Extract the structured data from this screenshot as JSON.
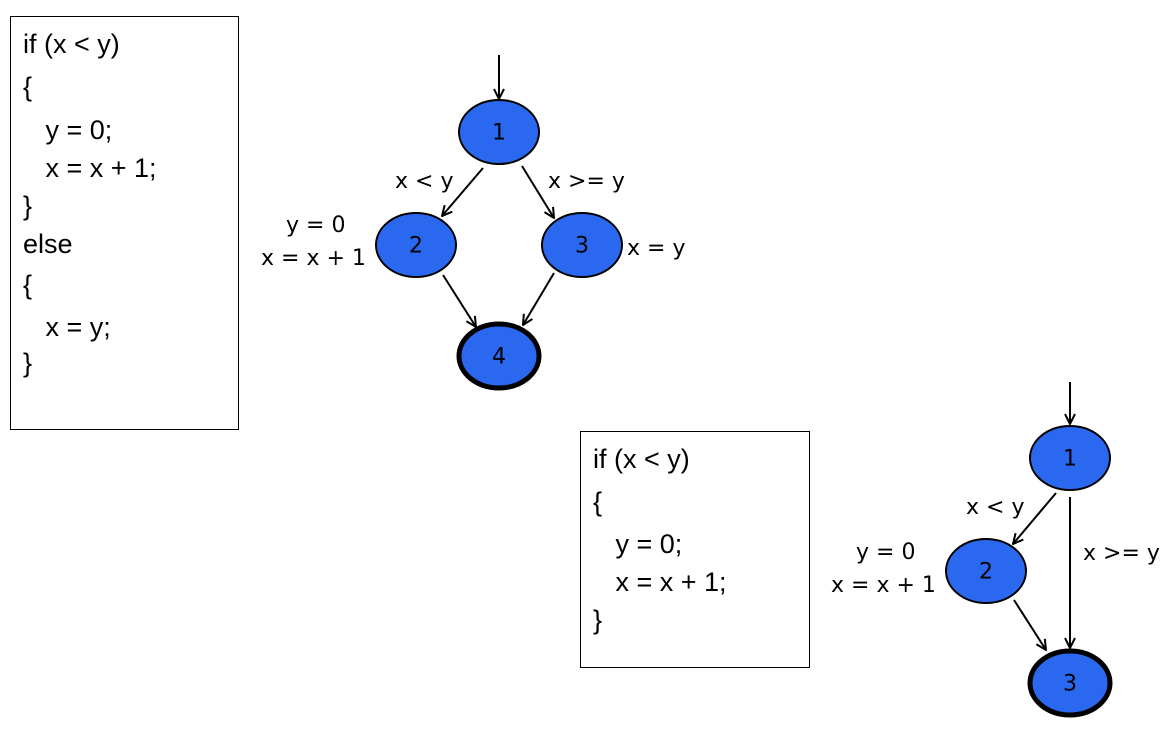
{
  "colors": {
    "node_fill": "#2a68f0",
    "stroke": "#000000",
    "background": "#ffffff"
  },
  "code_blocks": [
    {
      "id": "if-else",
      "lines": [
        "if (x < y)",
        "{",
        "   y = 0;",
        "   x = x + 1;",
        "}",
        "else",
        "{",
        "   x = y;",
        "}"
      ]
    },
    {
      "id": "if-only",
      "lines": [
        "if (x < y)",
        "{",
        "   y = 0;",
        "   x = x + 1;",
        "}"
      ]
    }
  ],
  "graphs": [
    {
      "id": "cfg-if-else",
      "nodes": [
        {
          "id": "1",
          "label": "1",
          "final": false
        },
        {
          "id": "2",
          "label": "2",
          "final": false,
          "annotation": [
            "y = 0",
            "x = x + 1"
          ]
        },
        {
          "id": "3",
          "label": "3",
          "final": false,
          "annotation": [
            "x = y"
          ]
        },
        {
          "id": "4",
          "label": "4",
          "final": true
        }
      ],
      "edges": [
        {
          "from": "entry",
          "to": "1",
          "label": ""
        },
        {
          "from": "1",
          "to": "2",
          "label": "x < y"
        },
        {
          "from": "1",
          "to": "3",
          "label": "x >= y"
        },
        {
          "from": "2",
          "to": "4",
          "label": ""
        },
        {
          "from": "3",
          "to": "4",
          "label": ""
        }
      ]
    },
    {
      "id": "cfg-if-only",
      "nodes": [
        {
          "id": "1",
          "label": "1",
          "final": false
        },
        {
          "id": "2",
          "label": "2",
          "final": false,
          "annotation": [
            "y = 0",
            "x = x + 1"
          ]
        },
        {
          "id": "3",
          "label": "3",
          "final": true
        }
      ],
      "edges": [
        {
          "from": "entry",
          "to": "1",
          "label": ""
        },
        {
          "from": "1",
          "to": "2",
          "label": "x < y"
        },
        {
          "from": "1",
          "to": "3",
          "label": "x >= y"
        },
        {
          "from": "2",
          "to": "3",
          "label": ""
        }
      ]
    }
  ]
}
